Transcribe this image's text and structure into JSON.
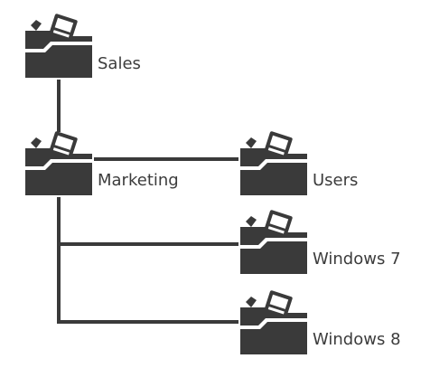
{
  "colors": {
    "folder": "#3a3a3a",
    "sheet": "#ffffff",
    "line": "#3a3a3a",
    "text": "#3c3c3c"
  },
  "icon": "folder-with-document-icon",
  "nodes": {
    "sales": {
      "label": "Sales"
    },
    "marketing": {
      "label": "Marketing"
    },
    "users": {
      "label": "Users"
    },
    "windows7": {
      "label": "Windows 7"
    },
    "windows8": {
      "label": "Windows 8"
    }
  },
  "edges": [
    {
      "from": "sales",
      "to": "marketing"
    },
    {
      "from": "marketing",
      "to": "users"
    },
    {
      "from": "marketing",
      "to": "windows7"
    },
    {
      "from": "marketing",
      "to": "windows8"
    }
  ]
}
